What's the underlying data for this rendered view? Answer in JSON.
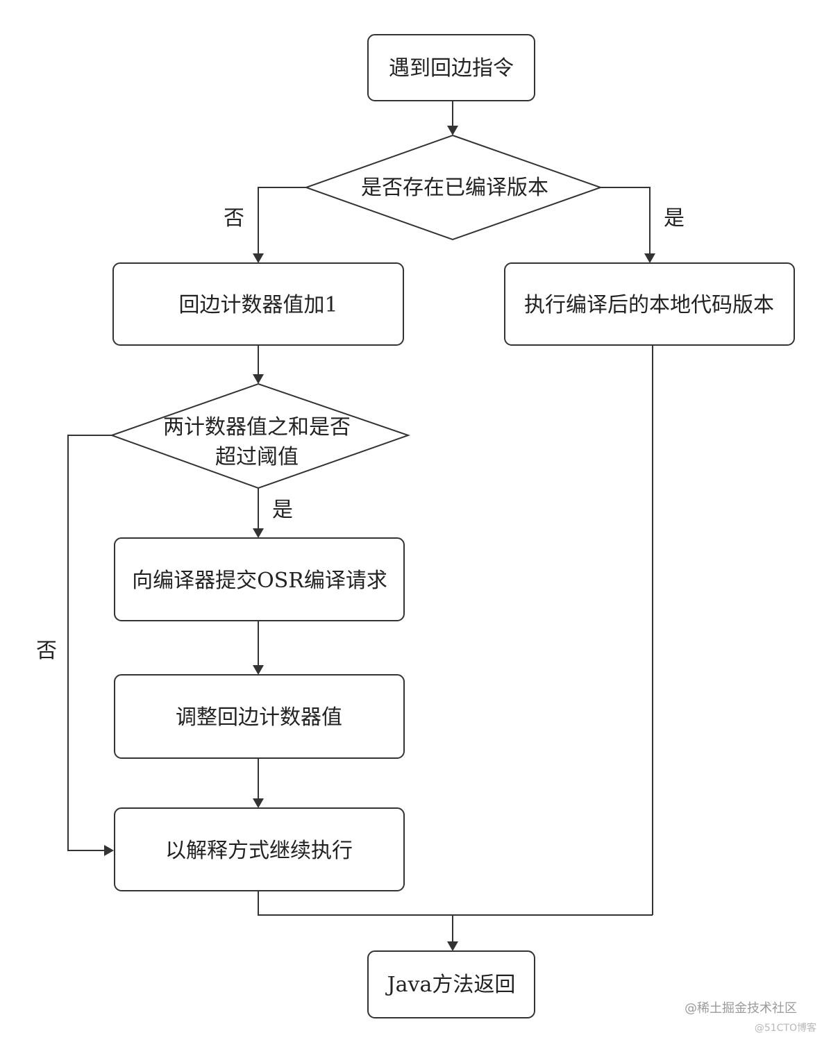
{
  "nodes": {
    "encounter_back_edge": "遇到回边指令",
    "has_compiled_version": "是否存在已编译版本",
    "increment_counter": "回边计数器值加1",
    "execute_native_version": "执行编译后的本地代码版本",
    "threshold_check_line1": "两计数器值之和是否",
    "threshold_check_line2": "超过阈值",
    "submit_osr_request": "向编译器提交OSR编译请求",
    "adjust_counter": "调整回边计数器值",
    "continue_interpreting": "以解释方式继续执行",
    "java_method_return": "Java方法返回"
  },
  "edge_labels": {
    "compiled_no": "否",
    "compiled_yes": "是",
    "threshold_yes": "是",
    "threshold_no": "否"
  },
  "watermark": {
    "main": "@稀土掘金技术社区",
    "sub": "@51CTO博客"
  }
}
